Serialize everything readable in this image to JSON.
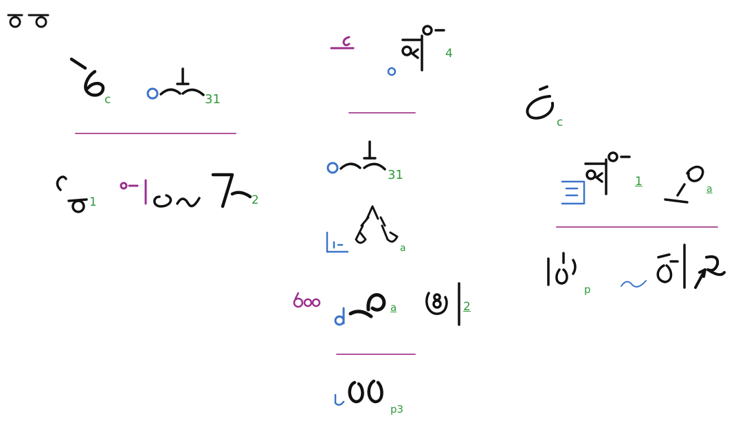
{
  "colors": {
    "ink": "#111111",
    "blue": "#3a73c9",
    "magenta": "#9a2e8c",
    "green": "#2e9a3a",
    "rule": "#b0539a"
  },
  "labels": {
    "c1": "c",
    "n31a": "31",
    "n1": "1",
    "n2": "2",
    "n4": "4",
    "c2": "c",
    "n31b": "31",
    "a1": "a",
    "a2": "a",
    "n2b": "2",
    "p3": "p3",
    "n1b": "1",
    "a3": "a",
    "p": "p"
  }
}
